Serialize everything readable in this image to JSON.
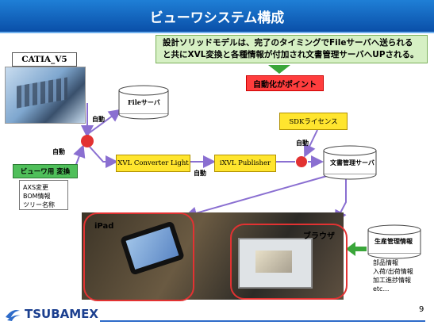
{
  "title": "ビューワシステム構成",
  "note": "設計ソリッドモデルは、完了のタイミングでFileサーバへ送られると共にXVL変換と各種情報が付加され文書管理サーバへUPされる。",
  "auto_point": "自動化がポイント",
  "catia_label": "CATIA_V5",
  "file_server": "Fileサーバ",
  "sdk_license": "SDKライセンス",
  "doc_server": "文書管理サーバ",
  "xvl_converter": "XVL Converter Light",
  "ixvl_publisher": "iXVL Publisher",
  "viewer_convert": "ビューワ用 変換",
  "convert_items": [
    "AXS変更",
    "BOM情報",
    "ツリー名称"
  ],
  "auto_labels": [
    "自動",
    "自動",
    "自動",
    "自動"
  ],
  "ipad_label": "iPad",
  "browser_label": "ブラウザ",
  "production_info": "生産管理情報",
  "production_items": [
    "部品情報",
    "入荷/出荷情報",
    "加工進捗情報",
    "etc…"
  ],
  "logo_text": "TSUBAMEX",
  "page_number": "9",
  "colors": {
    "title_blue": "#0a4fa8",
    "yellow": "#ffe52e",
    "green": "#4fbf5a",
    "red": "#e23232",
    "arrow": "#8a6fd1"
  }
}
